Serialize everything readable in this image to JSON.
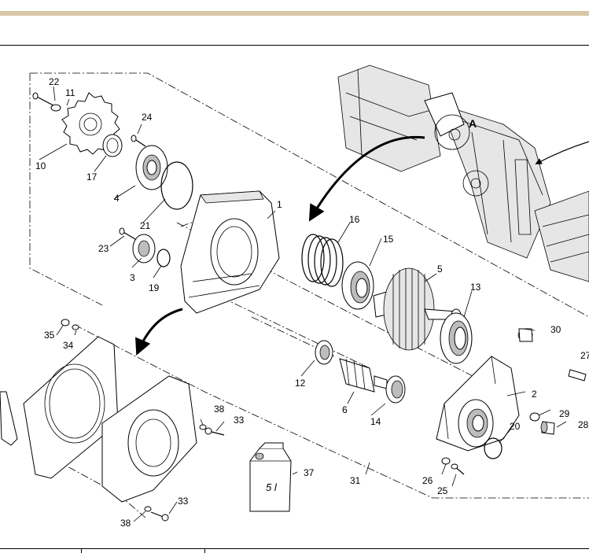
{
  "callouts": {
    "c1": "1",
    "c2": "2",
    "c3": "3",
    "c4": "4",
    "c5": "5",
    "c6": "6",
    "c10": "10",
    "c11": "11",
    "c12": "12",
    "c13": "13",
    "c14": "14",
    "c15": "15",
    "c16": "16",
    "c17": "17",
    "c19": "19",
    "c20": "20",
    "c21": "21",
    "c22": "22",
    "c23": "23",
    "c24": "24",
    "c25": "25",
    "c26": "26",
    "c27": "27",
    "c28": "28",
    "c29": "29",
    "c30": "30",
    "c31": "31",
    "c33a": "33",
    "c33b": "33",
    "c34": "34",
    "c35": "35",
    "c37": "37",
    "c38a": "38",
    "c38b": "38",
    "detailA": "A"
  },
  "oil_jug": {
    "label": "5 l"
  }
}
